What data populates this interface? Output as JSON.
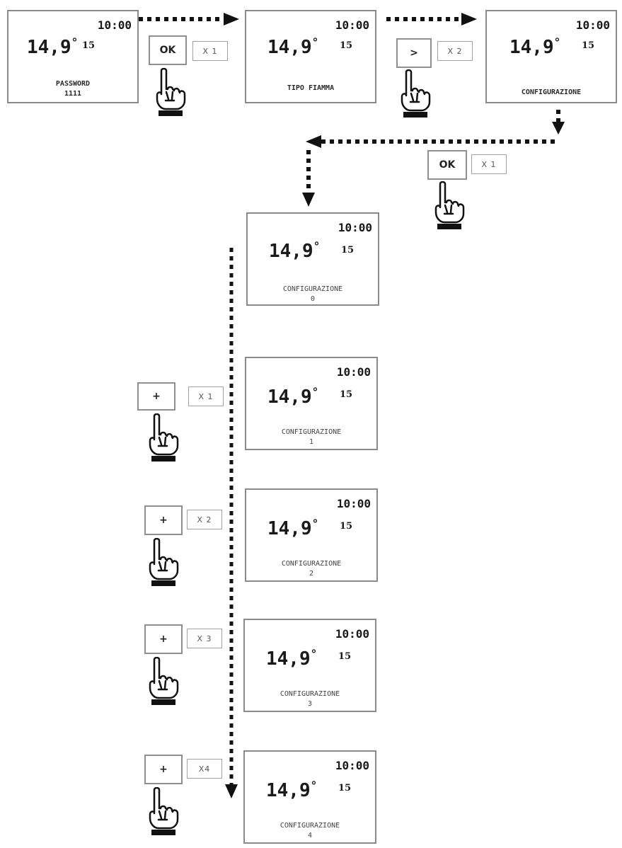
{
  "screens": [
    {
      "time": "10:00",
      "temp": "14,9",
      "deg": "°",
      "sub": "15",
      "label1": "PASSWORD",
      "label2": "1111"
    },
    {
      "time": "10:00",
      "temp": "14,9",
      "deg": "°",
      "sub": "15",
      "label1": "TIPO FIAMMA",
      "label2": ""
    },
    {
      "time": "10:00",
      "temp": "14,9",
      "deg": "°",
      "sub": "15",
      "label1": "CONFIGURAZIONE",
      "label2": ""
    },
    {
      "time": "10:00",
      "temp": "14,9",
      "deg": "°",
      "sub": "15",
      "label1": "CONFIGURAZIONE",
      "label2": "0"
    },
    {
      "time": "10:00",
      "temp": "14,9",
      "deg": "°",
      "sub": "15",
      "label1": "CONFIGURAZIONE",
      "label2": "1"
    },
    {
      "time": "10:00",
      "temp": "14,9",
      "deg": "°",
      "sub": "15",
      "label1": "CONFIGURAZIONE",
      "label2": "2"
    },
    {
      "time": "10:00",
      "temp": "14,9",
      "deg": "°",
      "sub": "15",
      "label1": "CONFIGURAZIONE",
      "label2": "3"
    },
    {
      "time": "10:00",
      "temp": "14,9",
      "deg": "°",
      "sub": "15",
      "label1": "CONFIGURAZIONE",
      "label2": "4"
    }
  ],
  "steps": [
    {
      "key": "OK",
      "count": "X 1"
    },
    {
      "key": ">",
      "count": "X 2"
    },
    {
      "key": "OK",
      "count": "X 1"
    },
    {
      "key": "+",
      "count": "X 1"
    },
    {
      "key": "+",
      "count": "X 2"
    },
    {
      "key": "+",
      "count": "X 3"
    },
    {
      "key": "+",
      "count": "X4"
    }
  ],
  "icons": {
    "hand": "pointing-finger-icon",
    "arrow": "dotted-arrow"
  },
  "colors": {
    "ink": "#1a1a1a",
    "border": "#8a8a8a"
  }
}
